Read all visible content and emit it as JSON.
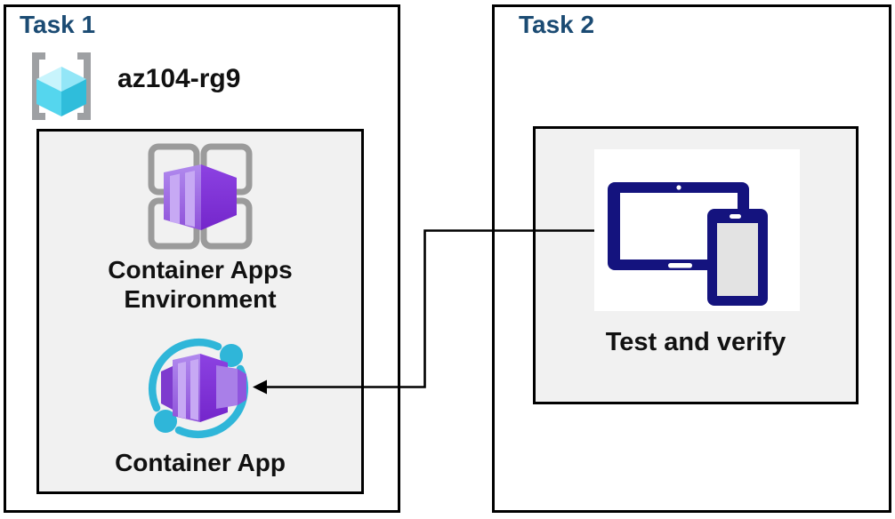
{
  "task1": {
    "title": "Task 1",
    "resource_group": {
      "name": "az104-rg9",
      "icon": "resource-group-icon"
    },
    "environment": {
      "label": "Container Apps Environment",
      "icon": "container-apps-environment-icon"
    },
    "container_app": {
      "label": "Container App",
      "icon": "container-app-icon"
    }
  },
  "task2": {
    "title": "Task 2",
    "test": {
      "label": "Test and verify",
      "icon": "devices-icon"
    }
  },
  "arrow": {
    "from": "test-and-verify-icon",
    "to": "container-app-icon",
    "style": "right-angle-elbow, arrowhead-left"
  },
  "colors": {
    "task-title": "#1B4B73",
    "text": "#111111",
    "border": "#000000",
    "inner-box-bg": "#F1F1F1",
    "card-bg": "#FFFFFF",
    "device-navy": "#14137E",
    "cyan": "#2FB6D9",
    "frame-gray": "#9B9B9B",
    "bracket-gray": "#9EA0A3",
    "purple-front-light": "#B18AEE",
    "purple-front-dark": "#8F52DA",
    "purple-stripe": "#C7A9F4",
    "purple-side-light": "#8C42E2",
    "purple-side-dark": "#7426CB",
    "purple-wing": "#7E3BCE",
    "purple-small-box": "#A97FE8",
    "purple-small-side": "#8F55DE",
    "cube-top-left": "#C8F4FC",
    "cube-top-right": "#93E6F7",
    "cube-left": "#55D6EE",
    "cube-right": "#2FBDDB",
    "arrow": "#000000"
  }
}
